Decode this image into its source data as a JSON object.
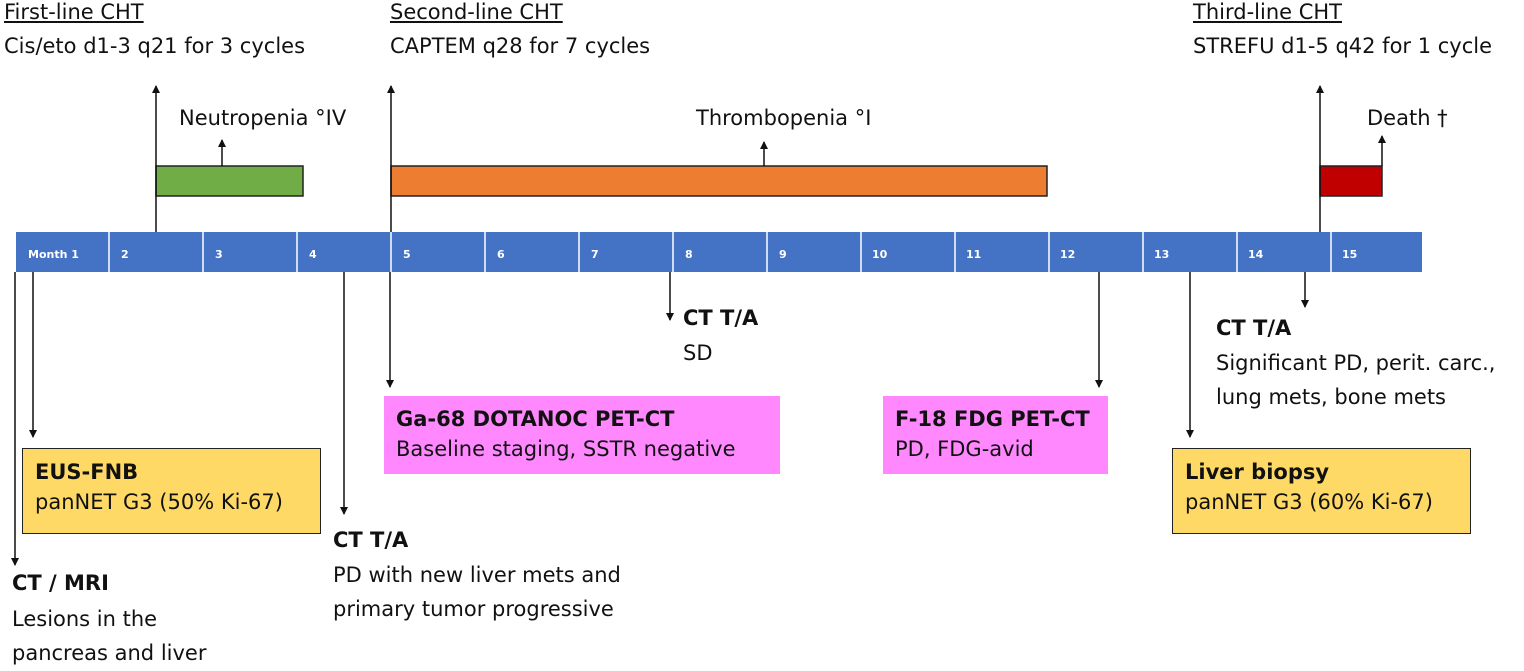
{
  "therapies": [
    {
      "title": "First-line CHT",
      "detail": "Cis/eto d1-3 q21 for 3 cycles"
    },
    {
      "title": "Second-line CHT",
      "detail": "CAPTEM q28 for 7 cycles"
    },
    {
      "title": "Third-line CHT",
      "detail": "STREFU d1-5 q42 for 1 cycle"
    }
  ],
  "toxicities": [
    {
      "label": "Neutropenia °IV",
      "color": "#70ad47"
    },
    {
      "label": "Thrombopenia °I",
      "color": "#ed7d31"
    },
    {
      "label": "Death †",
      "color": "#c00000"
    }
  ],
  "timeline": {
    "color": "#4472c4",
    "months": [
      "Month 1",
      "2",
      "3",
      "4",
      "5",
      "6",
      "7",
      "8",
      "9",
      "10",
      "11",
      "12",
      "13",
      "14",
      "15"
    ]
  },
  "events": {
    "ct_mri": {
      "title": "CT / MRI",
      "lines": [
        "Lesions in the",
        "pancreas and liver"
      ]
    },
    "eus_fnb": {
      "title": "EUS-FNB",
      "lines": [
        "panNET G3 (50% Ki-67)"
      ],
      "color": "#ffd966"
    },
    "ct_month4": {
      "title": "CT T/A",
      "lines": [
        "PD with new liver mets and",
        "primary tumor progressive"
      ]
    },
    "dotanoc": {
      "title": "Ga-68 DOTANOC PET-CT",
      "lines": [
        "Baseline staging, SSTR negative"
      ],
      "color": "#ff88ff"
    },
    "ct_month8": {
      "title": "CT T/A",
      "lines": [
        "SD"
      ]
    },
    "fdg": {
      "title": "F-18 FDG PET-CT",
      "lines": [
        "PD, FDG-avid"
      ],
      "color": "#ff88ff"
    },
    "liver_biopsy": {
      "title": "Liver biopsy",
      "lines": [
        "panNET G3 (60% Ki-67)"
      ],
      "color": "#ffd966"
    },
    "ct_month14": {
      "title": "CT T/A",
      "lines": [
        "Significant PD, perit. carc.,",
        "lung mets, bone mets"
      ]
    }
  }
}
